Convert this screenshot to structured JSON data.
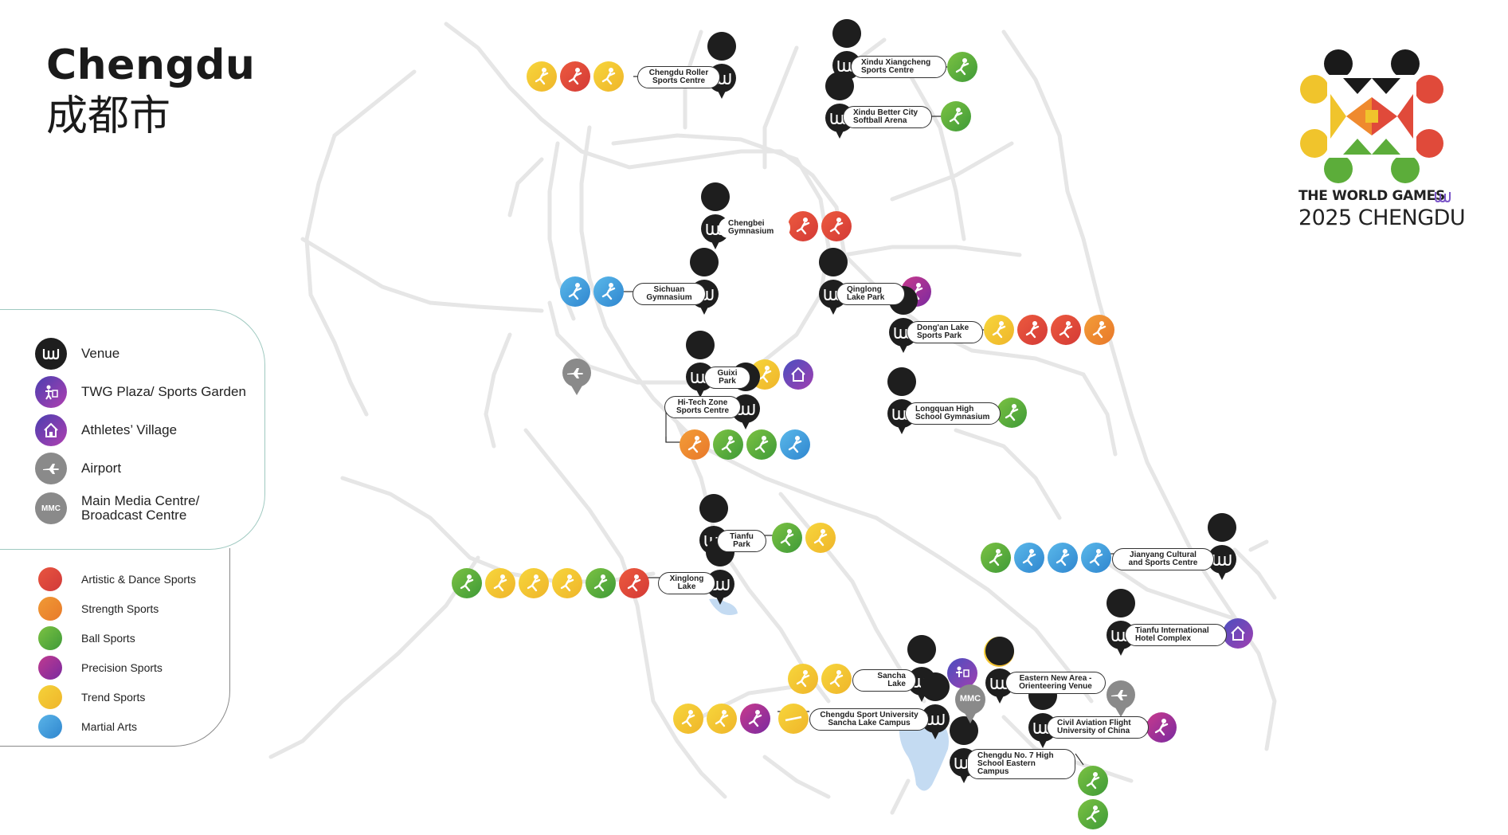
{
  "title": {
    "en": "Chengdu",
    "zh": "成都市"
  },
  "logo": {
    "line1": "THE WORLD GAMES",
    "line2": "2025 CHENGDU"
  },
  "legend": [
    {
      "key": "venue",
      "label": "Venue",
      "color": "#222222",
      "icon": "venue-icon"
    },
    {
      "key": "plaza",
      "label": "TWG Plaza/ Sports Garden",
      "color": "#7b3fb0",
      "icon": "plaza-icon"
    },
    {
      "key": "village",
      "label": "Athletes’ Village",
      "color": "#6b3fb0",
      "icon": "house-icon"
    },
    {
      "key": "airport",
      "label": "Airport",
      "color": "#8a8a8a",
      "icon": "airplane-icon"
    },
    {
      "key": "mmc",
      "label": "Main Media Centre/\nBroadcast Centre",
      "color": "#8a8a8a",
      "icon": "mmc-icon",
      "badge": "MMC"
    }
  ],
  "categories": [
    {
      "label": "Artistic & Dance Sports",
      "color": "#e04a3a"
    },
    {
      "label": "Strength Sports",
      "color": "#ef8a2e"
    },
    {
      "label": "Ball Sports",
      "color": "#5cad3a"
    },
    {
      "label": "Precision Sports",
      "color": "#b0338f"
    },
    {
      "label": "Trend Sports",
      "color": "#f0c42c"
    },
    {
      "label": "Martial Arts",
      "color": "#3f9fd8"
    }
  ],
  "venues": [
    {
      "label": "Chengdu Roller\nSports Centre",
      "sports": [
        "Trend Sports",
        "Artistic & Dance Sports",
        "Trend Sports"
      ]
    },
    {
      "label": "Xindu Xiangcheng\nSports Centre",
      "sports": [
        "Ball Sports"
      ]
    },
    {
      "label": "Xindu Better City\nSoftball Arena",
      "sports": [
        "Ball Sports"
      ]
    },
    {
      "label": "Chengbei\nGymnasium",
      "sports": [
        "Artistic & Dance Sports",
        "Artistic & Dance Sports"
      ]
    },
    {
      "label": "Sichuan\nGymnasium",
      "sports": [
        "Martial Arts",
        "Martial Arts"
      ]
    },
    {
      "label": "Qinglong\nLake Park",
      "sports": [
        "Precision Sports"
      ]
    },
    {
      "label": "Dong'an Lake\nSports Park",
      "sports": [
        "Trend Sports",
        "Artistic & Dance Sports",
        "Artistic & Dance Sports",
        "Strength Sports"
      ]
    },
    {
      "label": "Guixi\nPark",
      "sports": [
        "Trend Sports",
        "Athletes’ Village"
      ]
    },
    {
      "label": "Hi-Tech Zone\nSports Centre",
      "sports": [
        "Strength Sports",
        "Ball Sports",
        "Ball Sports",
        "Martial Arts"
      ]
    },
    {
      "label": "Longquan High\nSchool Gymnasium",
      "sports": [
        "Ball Sports"
      ]
    },
    {
      "label": "Tianfu\nPark",
      "sports": [
        "Ball Sports",
        "Trend Sports"
      ]
    },
    {
      "label": "Xinglong\nLake",
      "sports": [
        "Ball Sports",
        "Trend Sports",
        "Trend Sports",
        "Trend Sports",
        "Ball Sports",
        "Artistic & Dance Sports"
      ]
    },
    {
      "label": "Jianyang Cultural\nand Sports Centre",
      "sports": [
        "Ball Sports",
        "Martial Arts",
        "Martial Arts",
        "Martial Arts"
      ]
    },
    {
      "label": "Tianfu International\nHotel Complex",
      "sports": [
        "Athletes’ Village"
      ]
    },
    {
      "label": "Sancha\nLake",
      "sports": [
        "Trend Sports",
        "Trend Sports"
      ]
    },
    {
      "label": "Eastern New Area -\nOrienteering Venue",
      "sports": [
        "Trend Sports",
        "TWG Plaza/ Sports Garden"
      ]
    },
    {
      "label": "Chengdu Sport University\nSancha Lake Campus",
      "sports": [
        "Trend Sports",
        "Trend Sports",
        "Precision Sports",
        "Trend Sports"
      ]
    },
    {
      "label": "Civil Aviation Flight\nUniversity of China",
      "sports": [
        "Precision Sports"
      ]
    },
    {
      "label": "Chengdu No. 7 High\nSchool Eastern Campus",
      "sports": [
        "Ball Sports",
        "Ball Sports"
      ]
    }
  ],
  "airport_marker": "Airport",
  "mmc_badge": "MMC"
}
